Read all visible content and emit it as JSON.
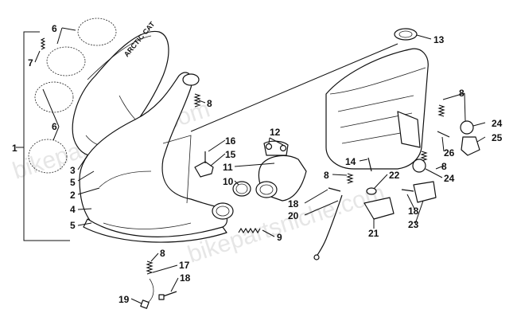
{
  "watermark": "bikepartsniche.com",
  "callouts": [
    {
      "id": "c-1",
      "text": "1"
    },
    {
      "id": "c-2",
      "text": "2"
    },
    {
      "id": "c-3",
      "text": "3"
    },
    {
      "id": "c-4",
      "text": "4"
    },
    {
      "id": "c-5a",
      "text": "5"
    },
    {
      "id": "c-5b",
      "text": "5"
    },
    {
      "id": "c-6a",
      "text": "6"
    },
    {
      "id": "c-6b",
      "text": "6"
    },
    {
      "id": "c-7",
      "text": "7"
    },
    {
      "id": "c-8a",
      "text": "8"
    },
    {
      "id": "c-8b",
      "text": "8"
    },
    {
      "id": "c-8c",
      "text": "8"
    },
    {
      "id": "c-8d",
      "text": "8"
    },
    {
      "id": "c-8e",
      "text": "8"
    },
    {
      "id": "c-9",
      "text": "9"
    },
    {
      "id": "c-10",
      "text": "10"
    },
    {
      "id": "c-11",
      "text": "11"
    },
    {
      "id": "c-12",
      "text": "12"
    },
    {
      "id": "c-13",
      "text": "13"
    },
    {
      "id": "c-14",
      "text": "14"
    },
    {
      "id": "c-15",
      "text": "15"
    },
    {
      "id": "c-16",
      "text": "16"
    },
    {
      "id": "c-17",
      "text": "17"
    },
    {
      "id": "c-18a",
      "text": "18"
    },
    {
      "id": "c-18b",
      "text": "18"
    },
    {
      "id": "c-18c",
      "text": "18"
    },
    {
      "id": "c-19",
      "text": "19"
    },
    {
      "id": "c-20",
      "text": "20"
    },
    {
      "id": "c-21",
      "text": "21"
    },
    {
      "id": "c-22",
      "text": "22"
    },
    {
      "id": "c-23",
      "text": "23"
    },
    {
      "id": "c-24a",
      "text": "24"
    },
    {
      "id": "c-24b",
      "text": "24"
    },
    {
      "id": "c-25",
      "text": "25"
    },
    {
      "id": "c-26",
      "text": "26"
    }
  ]
}
